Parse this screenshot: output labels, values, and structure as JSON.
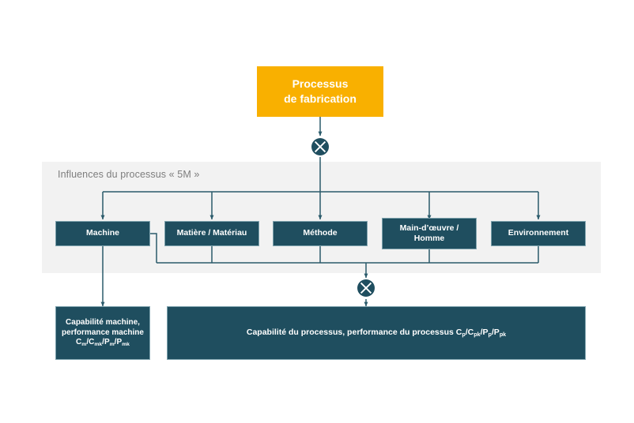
{
  "diagram": {
    "colors": {
      "accent_orange": "#f9b000",
      "node_dark": "#1f4e5f",
      "panel_gray": "#f2f2f2",
      "panel_title_gray": "#7d7d7d",
      "connector": "#2b5b6b",
      "text_white": "#ffffff",
      "background": "#ffffff"
    },
    "top_node": {
      "line1": "Processus",
      "line2": "de fabrication"
    },
    "panel": {
      "title": "Influences du processus « 5M »"
    },
    "m5_nodes": [
      {
        "label": "Machine"
      },
      {
        "label": "Matière / Matériau"
      },
      {
        "label": "Méthode"
      },
      {
        "label_line1": "Main-d’œuvre /",
        "label_line2": "Homme"
      },
      {
        "label": "Environnement"
      }
    ],
    "results": {
      "machine": {
        "line1": "Capabilité machine,",
        "line2": "performance machine",
        "formula_parts": [
          {
            "base": "C",
            "sub": "m"
          },
          {
            "base": "C",
            "sub": "mk"
          },
          {
            "base": "P",
            "sub": "m"
          },
          {
            "base": "P",
            "sub": "mk"
          }
        ],
        "formula_plain": "Cm/Cmk/Pm/Pmk"
      },
      "process": {
        "text": "Capabilité du processus, performance du processus",
        "formula_parts": [
          {
            "base": "C",
            "sub": "p"
          },
          {
            "base": "C",
            "sub": "pk"
          },
          {
            "base": "P",
            "sub": "p"
          },
          {
            "base": "P",
            "sub": "pk"
          }
        ],
        "formula_plain": "Cp/Cpk/Pp/Ppk"
      }
    },
    "junctions": [
      {
        "name": "junction-top",
        "symbol": "X"
      },
      {
        "name": "junction-bottom",
        "symbol": "X"
      }
    ]
  }
}
